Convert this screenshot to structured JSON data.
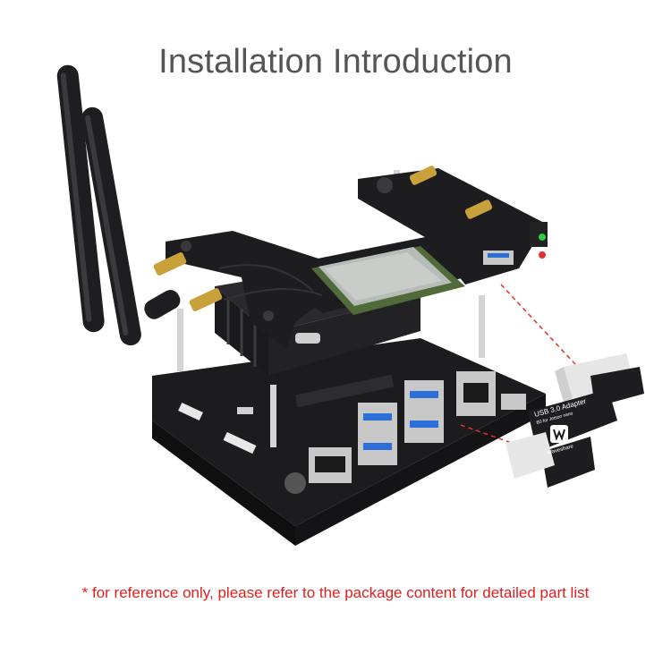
{
  "title": "Installation Introduction",
  "footnote": "* for reference only, please refer to the package content for detailed part list",
  "colors": {
    "title": "#555555",
    "footnote": "#e02020",
    "board_black": "#1c1c1e",
    "pcb_green": "#4f6b3a",
    "heatsink": "#2a2a2c",
    "gold": "#c9a13b",
    "usb_blue": "#2d6fd8",
    "guide_red": "#e03030"
  },
  "adapter": {
    "line1": "USB 3.0 Adapter",
    "line2": "B0 for Jetson nano",
    "brand": "Waveshare"
  }
}
